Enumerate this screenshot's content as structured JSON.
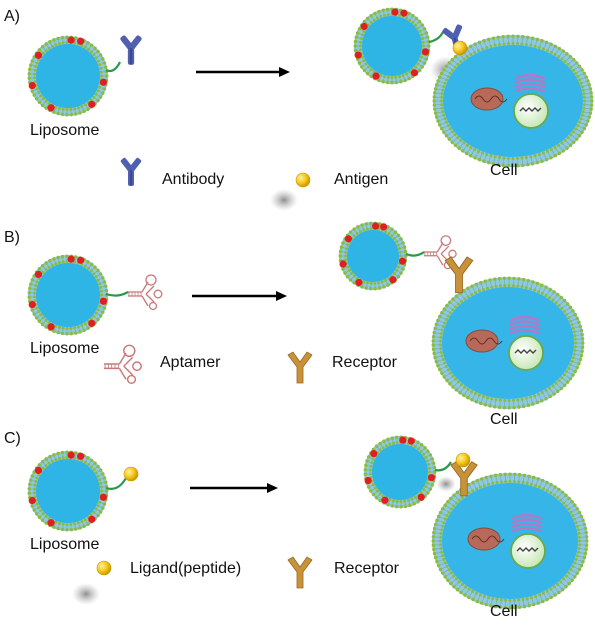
{
  "panels": [
    {
      "label": "A)",
      "liposome_label": "Liposome",
      "cell_label": "Cell",
      "legend": [
        {
          "icon": "antibody-icon",
          "text": "Antibody"
        },
        {
          "icon": "antigen-icon",
          "text": "Antigen"
        }
      ]
    },
    {
      "label": "B)",
      "liposome_label": "Liposome",
      "cell_label": "Cell",
      "legend": [
        {
          "icon": "aptamer-icon",
          "text": "Aptamer"
        },
        {
          "icon": "receptor-icon",
          "text": "Receptor"
        }
      ]
    },
    {
      "label": "C)",
      "liposome_label": "Liposome",
      "cell_label": "Cell",
      "legend": [
        {
          "icon": "ligand-icon",
          "text": "Ligand(peptide)"
        },
        {
          "icon": "receptor-icon",
          "text": "Receptor"
        }
      ]
    }
  ],
  "colors": {
    "liposome_core": "#2fb4e6",
    "membrane": "#8ec9e0",
    "membrane_dot": "#8dbb3a",
    "payload_dot": "#e02020",
    "antibody": "#5060b0",
    "antigen": "#f5c518",
    "aptamer": "#c87878",
    "receptor": "#c8923a",
    "linker": "#2a9a4a",
    "arrow": "#000000",
    "mitochondrion": "#b86a5a",
    "golgi": "#b07ac8",
    "nucleus": "#e8f5e0"
  }
}
